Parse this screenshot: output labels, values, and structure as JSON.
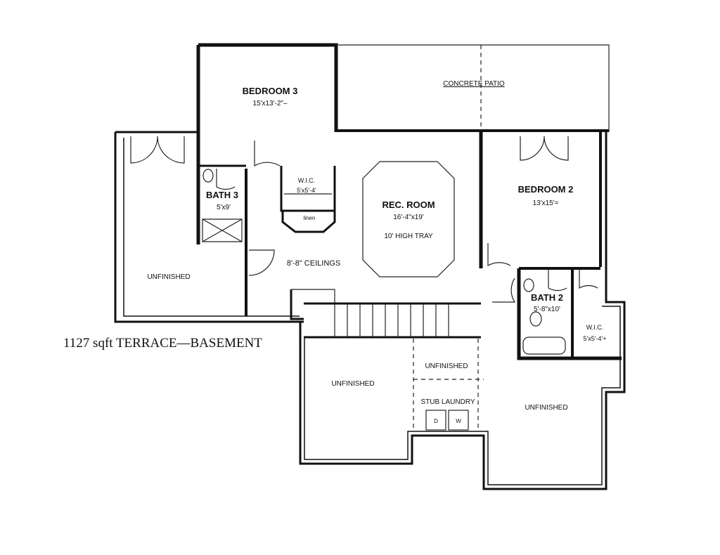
{
  "plan": {
    "title": "1127 sqft TERRACE—BASEMENT",
    "rooms": {
      "bedroom3": {
        "name": "BEDROOM 3",
        "size": "15'x13'-2\"–"
      },
      "patio": {
        "name": "CONCRETE PATIO"
      },
      "bath3": {
        "name": "BATH 3",
        "size": "5'x9'"
      },
      "wic_left": {
        "name": "W.I.C.",
        "size": "5'x5'-4'"
      },
      "linen": {
        "name": "linen"
      },
      "rec_room": {
        "name": "REC. ROOM",
        "size": "16'-4\"x19'",
        "note": "10' HIGH TRAY"
      },
      "ceilings": {
        "name": "8'-8\" CEILINGS"
      },
      "bedroom2": {
        "name": "BEDROOM 2",
        "size": "13'x15'="
      },
      "bath2": {
        "name": "BATH 2",
        "size": "5'-8\"x10'"
      },
      "wic_right": {
        "name": "W.I.C.",
        "size": "5'x5'-4'+"
      },
      "unfinished_left": {
        "name": "UNFINISHED"
      },
      "unfinished_center": {
        "name": "UNFINISHED"
      },
      "unfinished_mid": {
        "name": "UNFINISHED"
      },
      "unfinished_right": {
        "name": "UNFINISHED"
      },
      "laundry": {
        "name": "STUB LAUNDRY",
        "dryer": "D",
        "washer": "W"
      }
    }
  }
}
